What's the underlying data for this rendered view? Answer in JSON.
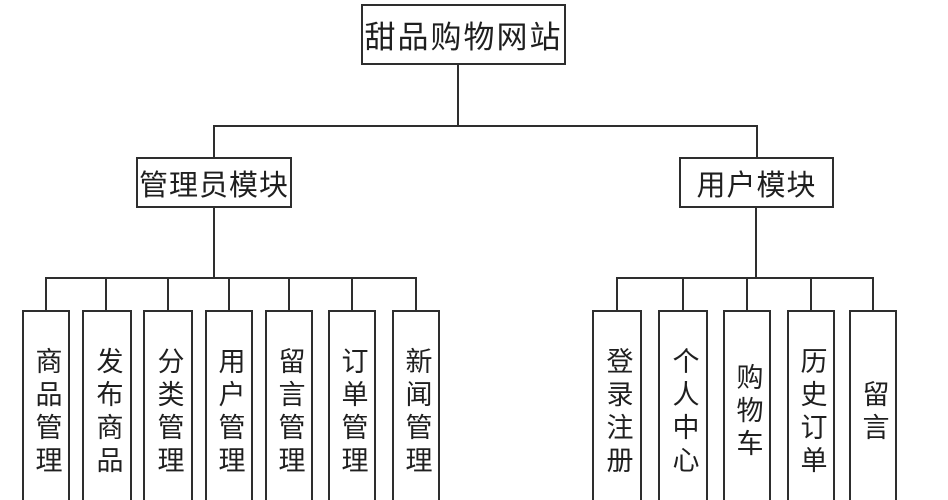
{
  "diagram": {
    "title": "甜品购物网站",
    "modules": [
      {
        "label": "管理员模块",
        "children": [
          "商品管理",
          "发布商品",
          "分类管理",
          "用户管理",
          "留言管理",
          "订单管理",
          "新闻管理"
        ]
      },
      {
        "label": "用户模块",
        "children": [
          "登录注册",
          "个人中心",
          "购物车",
          "历史订单",
          "留言"
        ]
      }
    ]
  },
  "colors": {
    "line": "#2e2e2e",
    "text": "#1f1f1f",
    "background": "#ffffff"
  }
}
